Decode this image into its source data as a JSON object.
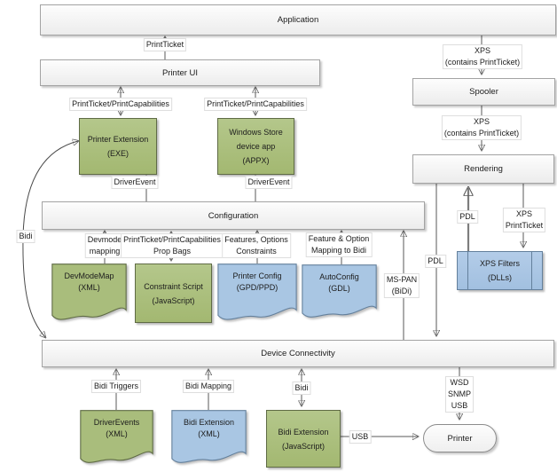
{
  "diagram_type": "v4-printer-driver-architecture-flow",
  "nodes": {
    "application": [
      "Application"
    ],
    "printer_ui": [
      "Printer UI"
    ],
    "printer_extension": [
      "Printer Extension",
      "(EXE)"
    ],
    "windows_store": [
      "Windows Store",
      "device app",
      "(APPX)"
    ],
    "configuration": [
      "Configuration"
    ],
    "spooler": [
      "Spooler"
    ],
    "rendering": [
      "Rendering"
    ],
    "xps_filters": [
      "XPS Filters",
      "(DLLs)"
    ],
    "device_connectivity": [
      "Device Connectivity"
    ],
    "devmodemap": [
      "DevModeMap",
      "(XML)"
    ],
    "constraint_script": [
      "Constraint Script",
      "(JavaScript)"
    ],
    "printer_config": [
      "Printer Config",
      "(GPD/PPD)"
    ],
    "autoconfig": [
      "AutoConfig",
      "(GDL)"
    ],
    "driverevents": [
      "DriverEvents",
      "(XML)"
    ],
    "bidi_ext_xml": [
      "Bidi Extension",
      "(XML)"
    ],
    "bidi_ext_js": [
      "Bidi Extension",
      "(JavaScript)"
    ],
    "printer": [
      "Printer"
    ]
  },
  "edges": {
    "printticket": [
      "PrintTicket"
    ],
    "ptpc_left": [
      "PrintTicket/PrintCapabilities"
    ],
    "ptpc_right": [
      "PrintTicket/PrintCapabilities"
    ],
    "driverevent_left": [
      "DriverEvent"
    ],
    "driverevent_right": [
      "DriverEvent"
    ],
    "devmode_mapping": [
      "Devmode",
      "mapping"
    ],
    "prop_bags": [
      "PrintTicket/PrintCapabilities",
      "Prop Bags"
    ],
    "features_options": [
      "Features, Options",
      "Constraints"
    ],
    "feature_option": [
      "Feature & Option",
      "Mapping to Bidi"
    ],
    "ms_pan": [
      "MS-PAN",
      "(BiDi)"
    ],
    "pdl_down": [
      "PDL"
    ],
    "pdl_up": [
      "PDL"
    ],
    "xps_contains_1": [
      "XPS",
      "(contains PrintTicket)"
    ],
    "xps_contains_2": [
      "XPS",
      "(contains PrintTicket)"
    ],
    "xps_printticket": [
      "XPS",
      "PrintTicket"
    ],
    "bidi_left": [
      "Bidi"
    ],
    "bidi_triggers": [
      "Bidi Triggers"
    ],
    "bidi_mapping": [
      "Bidi Mapping"
    ],
    "bidi_bottom": [
      "Bidi"
    ],
    "usb": [
      "USB"
    ],
    "wsd_snmp_usb": [
      "WSD",
      "SNMP",
      "USB"
    ]
  },
  "colors": {
    "green_fill": "#a9bd7c",
    "green_border": "#5f6b45",
    "blue_fill": "#a9c6e3",
    "blue_border": "#64809c",
    "gray_box_fill": "#f2f2f2",
    "gray_box_border": "#a3a3a3",
    "connector": "#595959",
    "thick_connector": "#7d7d7d"
  }
}
